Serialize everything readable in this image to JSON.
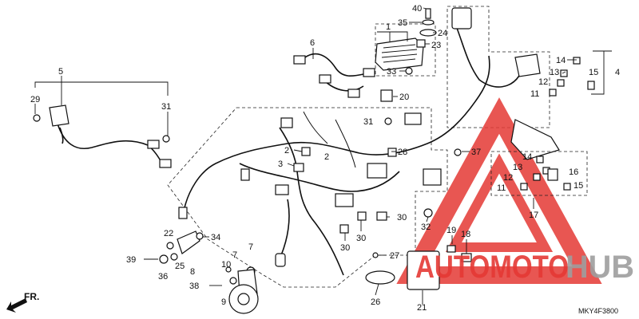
{
  "diagram": {
    "drawing_code": "MKY4F3800",
    "front_marker": "FR.",
    "watermark": {
      "part1": "AUTOMOTO",
      "part2": "HUB",
      "color_red": "#e53935",
      "color_gray": "#9e9e9e"
    },
    "callouts": [
      {
        "id": "c40",
        "text": "40"
      },
      {
        "id": "c35",
        "text": "35"
      },
      {
        "id": "c24",
        "text": "24"
      },
      {
        "id": "c1",
        "text": "1"
      },
      {
        "id": "c23",
        "text": "23"
      },
      {
        "id": "c6",
        "text": "6"
      },
      {
        "id": "c33",
        "text": "33"
      },
      {
        "id": "c20",
        "text": "20"
      },
      {
        "id": "c5",
        "text": "5"
      },
      {
        "id": "c29",
        "text": "29"
      },
      {
        "id": "c31a",
        "text": "31"
      },
      {
        "id": "c31b",
        "text": "31"
      },
      {
        "id": "c14a",
        "text": "14"
      },
      {
        "id": "c13a",
        "text": "13"
      },
      {
        "id": "c12a",
        "text": "12"
      },
      {
        "id": "c11a",
        "text": "11"
      },
      {
        "id": "c15a",
        "text": "15"
      },
      {
        "id": "c4",
        "text": "4"
      },
      {
        "id": "c2a",
        "text": "2"
      },
      {
        "id": "c2b",
        "text": "2"
      },
      {
        "id": "c3",
        "text": "3"
      },
      {
        "id": "c28",
        "text": "28"
      },
      {
        "id": "c37",
        "text": "37"
      },
      {
        "id": "c14b",
        "text": "14"
      },
      {
        "id": "c13b",
        "text": "13"
      },
      {
        "id": "c16",
        "text": "16"
      },
      {
        "id": "c12b",
        "text": "12"
      },
      {
        "id": "c11b",
        "text": "11"
      },
      {
        "id": "c15b",
        "text": "15"
      },
      {
        "id": "c17",
        "text": "17"
      },
      {
        "id": "c30a",
        "text": "30"
      },
      {
        "id": "c30b",
        "text": "30"
      },
      {
        "id": "c30c",
        "text": "30"
      },
      {
        "id": "c32",
        "text": "32"
      },
      {
        "id": "c22",
        "text": "22"
      },
      {
        "id": "c34",
        "text": "34"
      },
      {
        "id": "c19",
        "text": "19"
      },
      {
        "id": "c18",
        "text": "18"
      },
      {
        "id": "c27",
        "text": "27"
      },
      {
        "id": "c39",
        "text": "39"
      },
      {
        "id": "c25",
        "text": "25"
      },
      {
        "id": "c7a",
        "text": "7"
      },
      {
        "id": "c7b",
        "text": "7"
      },
      {
        "id": "c36",
        "text": "36"
      },
      {
        "id": "c8",
        "text": "8"
      },
      {
        "id": "c10",
        "text": "10"
      },
      {
        "id": "c38",
        "text": "38"
      },
      {
        "id": "c9",
        "text": "9"
      },
      {
        "id": "c26",
        "text": "26"
      },
      {
        "id": "c21",
        "text": "21"
      }
    ]
  }
}
